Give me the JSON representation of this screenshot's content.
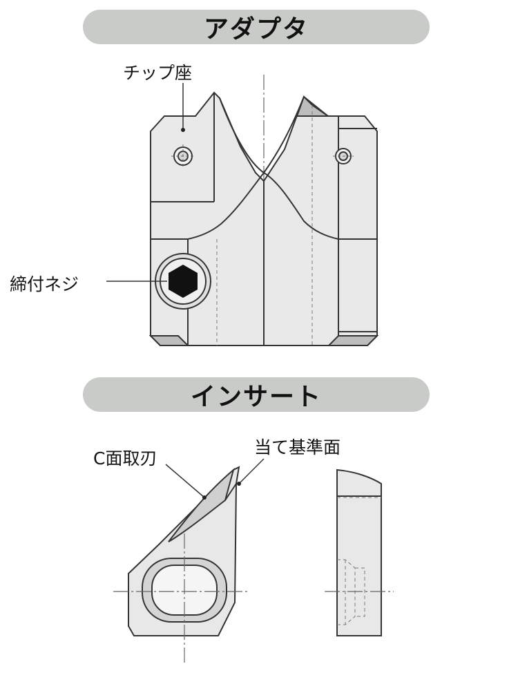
{
  "sections": {
    "adapter": {
      "title": "アダプタ"
    },
    "insert": {
      "title": "インサート"
    }
  },
  "labels": {
    "chip_seat": "チップ座",
    "clamp_screw": "締付ネジ",
    "c_chamfer_edge": "C面取刃",
    "reference_surface": "当て基準面"
  },
  "colors": {
    "banner": "#c9cbc9",
    "line": "#333333",
    "face_light": "#e6e7e6",
    "face_mid": "#d6d7d6",
    "face_dark": "#b9bab9"
  }
}
